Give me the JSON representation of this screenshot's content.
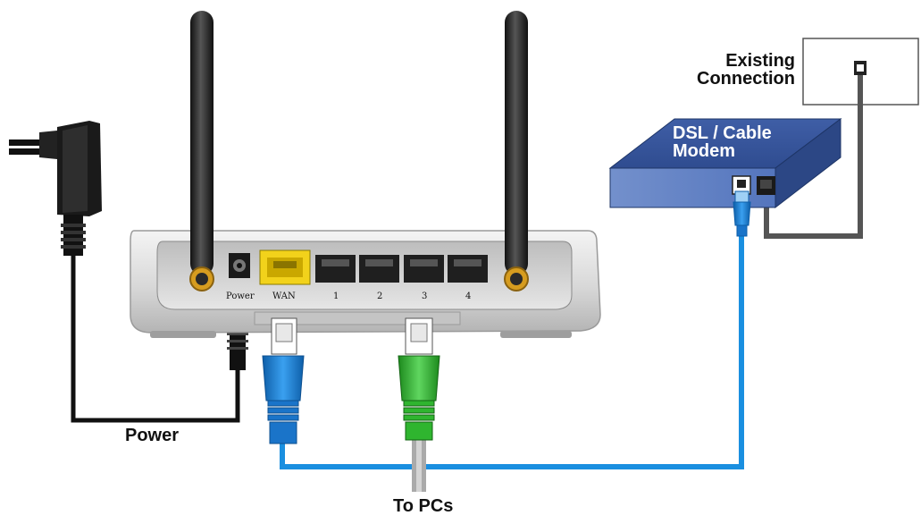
{
  "diagram": {
    "labels": {
      "existing_connection_line1": "Existing",
      "existing_connection_line2": "Connection",
      "modem_line1": "DSL / Cable",
      "modem_line2": "Modem",
      "power": "Power",
      "to_pcs": "To PCs"
    },
    "router_ports": {
      "power": "Power",
      "wan": "WAN",
      "lan1": "1",
      "lan2": "2",
      "lan3": "3",
      "lan4": "4"
    },
    "colors": {
      "blue_cable": "#1a8fe0",
      "green_plug": "#2fb52f",
      "blue_plug": "#1a74c9",
      "wan_port": "#f2d21b",
      "modem_body": "#4a6fb5",
      "antenna": "#2a2a2a",
      "power_cord": "#111111"
    }
  }
}
